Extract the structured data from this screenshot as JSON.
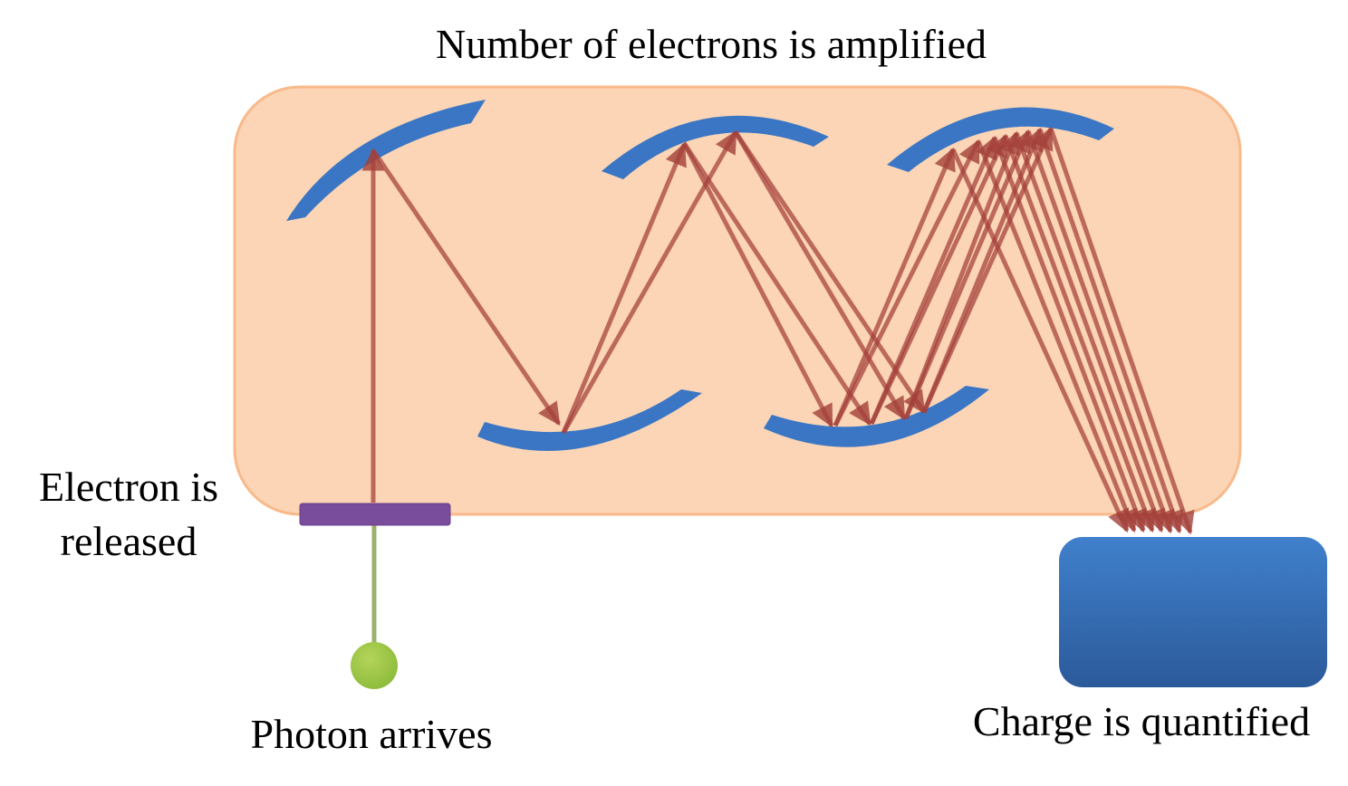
{
  "labels": {
    "amplified": "Number of electrons is amplified",
    "released": "Electron is released",
    "photon": "Photon arrives",
    "charge": "Charge is quantified"
  },
  "colors": {
    "tube_fill": "#fbd5b5",
    "tube_stroke": "#f9b98a",
    "dynode": "#3b76c4",
    "arrow": "#a3403a",
    "photocathode": "#7a4c9c",
    "photon_line": "#9bb06b",
    "photon": "#8cbb3a",
    "anode_top": "#4080cc",
    "anode_bottom": "#2b5a9a"
  },
  "icons": {
    "photon": "green-circle",
    "dynode": "blue-arc",
    "anode": "blue-rounded-rect"
  }
}
